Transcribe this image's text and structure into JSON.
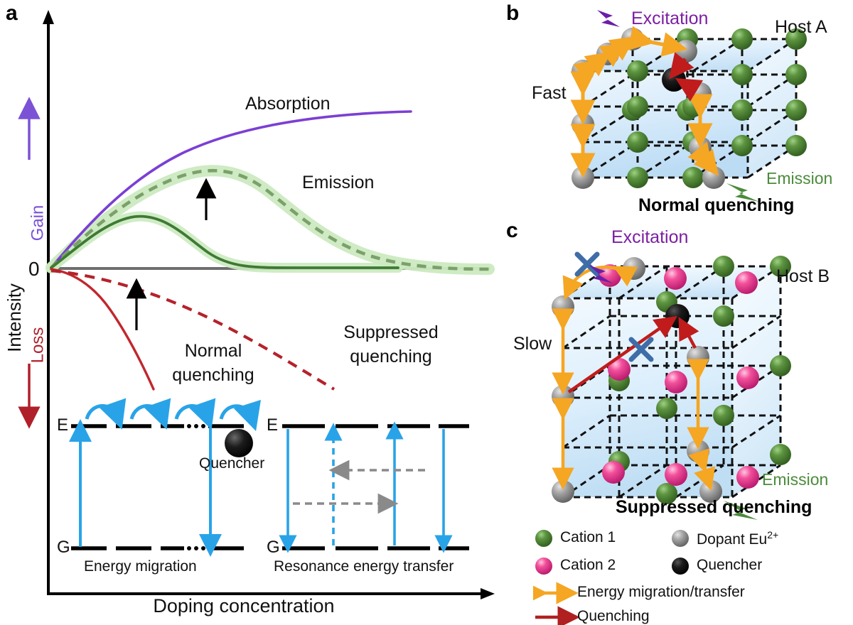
{
  "figure": {
    "panels": [
      {
        "letter": "a"
      },
      {
        "letter": "b"
      },
      {
        "letter": "c"
      }
    ]
  },
  "panel_a": {
    "letter": "a",
    "y_axis_label": "Intensity",
    "y_axis_zero": "0",
    "y_axis_gain": "Gain",
    "y_axis_loss": "Loss",
    "x_axis_label": "Doping concentration",
    "curve_labels": {
      "absorption": "Absorption",
      "emission": "Emission",
      "normal_quenching": "Normal\nquenching",
      "normal_quenching_l1": "Normal",
      "normal_quenching_l2": "quenching",
      "suppressed_quenching_l1": "Suppressed",
      "suppressed_quenching_l2": "quenching"
    },
    "inset_left": {
      "level_upper": "E",
      "level_lower": "G",
      "caption": "Energy migration",
      "quencher_label": "Quencher"
    },
    "inset_right": {
      "level_upper": "E",
      "level_lower": "G",
      "caption": "Resonance energy transfer"
    },
    "colors": {
      "absorption": "#7B3FD4",
      "emission_solid": "#3E7A33",
      "emission_dashed": "#7CA06B",
      "emission_glow": "#CBEAC0",
      "loss_solid": "#C1272D",
      "loss_dashed": "#B5222B",
      "gain_arrow": "#7B52D6",
      "loss_arrow": "#B0202A",
      "inset_arrow": "#29A3E8",
      "inset_gray_arrow": "#8A8A8A"
    }
  },
  "chart_data": {
    "type": "line",
    "title": "",
    "xlabel": "Doping concentration",
    "ylabel": "Intensity",
    "ylim": [
      -1,
      1
    ],
    "xlim": [
      0,
      1
    ],
    "grid": false,
    "legend": "inline-annotations",
    "annotations": [
      "Gain",
      "Loss",
      "0"
    ],
    "series": [
      {
        "name": "Absorption",
        "style": "solid",
        "color": "#7B3FD4",
        "x": [
          0.0,
          0.1,
          0.2,
          0.3,
          0.4,
          0.5,
          0.6,
          0.7,
          0.8,
          0.9,
          1.0
        ],
        "y": [
          0.0,
          0.22,
          0.4,
          0.54,
          0.65,
          0.73,
          0.79,
          0.83,
          0.86,
          0.88,
          0.89
        ]
      },
      {
        "name": "Emission (suppressed quenching)",
        "style": "dashed",
        "color": "#7CA06B",
        "x": [
          0.0,
          0.1,
          0.2,
          0.3,
          0.4,
          0.5,
          0.6,
          0.7,
          0.8,
          0.9,
          1.0
        ],
        "y": [
          0.0,
          0.25,
          0.45,
          0.55,
          0.57,
          0.54,
          0.45,
          0.32,
          0.18,
          0.08,
          0.03
        ]
      },
      {
        "name": "Emission (normal quenching)",
        "style": "solid",
        "color": "#3E7A33",
        "x": [
          0.0,
          0.1,
          0.2,
          0.3,
          0.4,
          0.5,
          0.6,
          0.7,
          0.8,
          0.9,
          1.0
        ],
        "y": [
          0.0,
          0.22,
          0.31,
          0.29,
          0.21,
          0.11,
          0.04,
          0.01,
          0.0,
          0.0,
          0.0
        ]
      },
      {
        "name": "Normal quenching (loss)",
        "style": "solid",
        "color": "#C1272D",
        "x": [
          0.0,
          0.05,
          0.1,
          0.15,
          0.2,
          0.25
        ],
        "y": [
          0.0,
          -0.05,
          -0.16,
          -0.34,
          -0.58,
          -0.82
        ]
      },
      {
        "name": "Suppressed quenching (loss)",
        "style": "dashed",
        "color": "#B5222B",
        "x": [
          0.0,
          0.1,
          0.2,
          0.3,
          0.4,
          0.5,
          0.6,
          0.65
        ],
        "y": [
          -0.01,
          -0.04,
          -0.1,
          -0.19,
          -0.32,
          -0.5,
          -0.7,
          -0.8
        ]
      }
    ]
  },
  "panel_b": {
    "letter": "b",
    "excitation_label": "Excitation",
    "host_label": "Host A",
    "rate_label": "Fast",
    "emission_label": "Emission",
    "title": "Normal quenching"
  },
  "panel_c": {
    "letter": "c",
    "excitation_label": "Excitation",
    "host_label": "Host B",
    "rate_label": "Slow",
    "emission_label": "Emission",
    "title": "Suppressed quenching"
  },
  "legend": {
    "items": [
      {
        "label": "Cation 1",
        "marker": "sphere-green",
        "color": "#4E7F2E"
      },
      {
        "label": "Dopant Eu",
        "sup": "2+",
        "marker": "sphere-gray",
        "color": "#8C8C8C"
      },
      {
        "label": "Cation 2",
        "marker": "sphere-pink",
        "color": "#F0509B"
      },
      {
        "label": "Quencher",
        "marker": "sphere-black",
        "color": "#111111"
      },
      {
        "label": "Energy migration/transfer",
        "marker": "double-arrow-orange",
        "color": "#F5A623"
      },
      {
        "label": "Quenching",
        "marker": "arrow-red",
        "color": "#B02020"
      }
    ]
  }
}
